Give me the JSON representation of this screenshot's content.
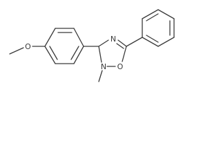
{
  "molecule": {
    "atom_labels": {
      "methoxy_oxygen": "O",
      "ring_nitrogen_imine": "N",
      "ring_nitrogen_methyl": "N",
      "ring_oxygen": "O"
    }
  }
}
